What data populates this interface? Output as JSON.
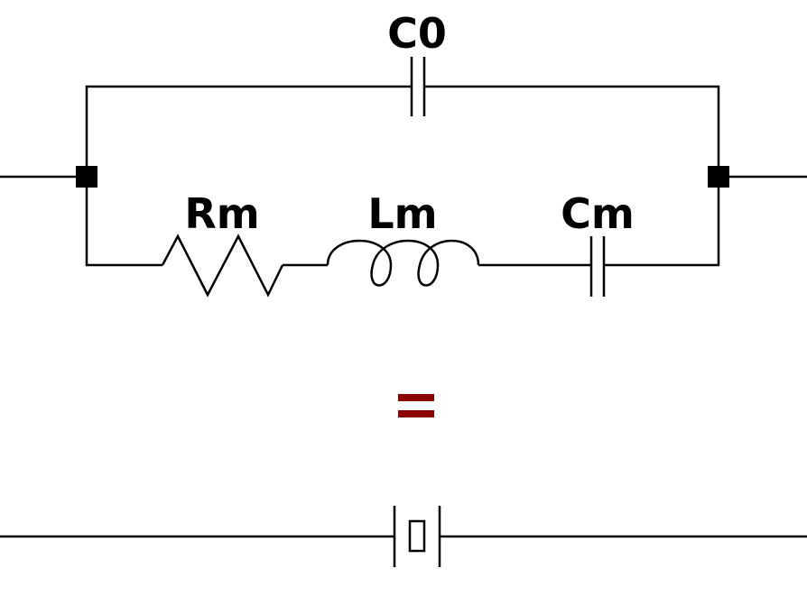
{
  "labels": {
    "c0": "C0",
    "rm": "Rm",
    "lm": "Lm",
    "cm": "Cm"
  },
  "colors": {
    "wire": "#000000",
    "equals_sign": "#8b0000"
  }
}
